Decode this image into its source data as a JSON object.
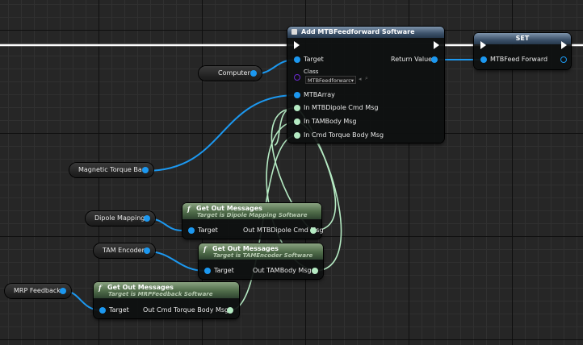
{
  "nodes": {
    "add_node": {
      "title": "Add MTBFeedforward Software",
      "pins": {
        "target": "Target",
        "class": "Class",
        "class_value": "MTBFeedforwarc",
        "mtb_array": "MTBArray",
        "in_dipole": "In MTBDipole Cmd Msg",
        "in_tam": "In TAMBody Msg",
        "in_cmd": "In Cmd Torque Body Msg",
        "return_value": "Return Value"
      }
    },
    "set_node": {
      "title": "SET",
      "pin": "MTBFeed Forward"
    },
    "get_dipole": {
      "title": "Get Out Messages",
      "subtitle": "Target is Dipole Mapping Software",
      "target": "Target",
      "out": "Out MTBDipole Cmd Msg"
    },
    "get_tam": {
      "title": "Get Out Messages",
      "subtitle": "Target is TAMEncoder Software",
      "target": "Target",
      "out": "Out TAMBody Msg"
    },
    "get_mrp": {
      "title": "Get Out Messages",
      "subtitle": "Target is MRPFeedback Software",
      "target": "Target",
      "out": "Out Cmd Torque Body Msg"
    }
  },
  "variables": {
    "computer": "Computer",
    "magnetic_torque_bar": "Magnetic Torque Bar",
    "dipole_mapping": "Dipole Mapping",
    "tam_encoder": "TAM Encoder",
    "mrp_feedback": "MRP Feedback"
  },
  "icons": {
    "function": "f",
    "exec": "exec-pin-icon",
    "dropdown_arrow": "▾",
    "browse": "◂",
    "search": "⌕"
  },
  "colors": {
    "object_pin": "#1c98f0",
    "struct_pin": "#b5eac3",
    "class_pin": "#6a2bd0",
    "exec_wire": "#ffffff"
  }
}
